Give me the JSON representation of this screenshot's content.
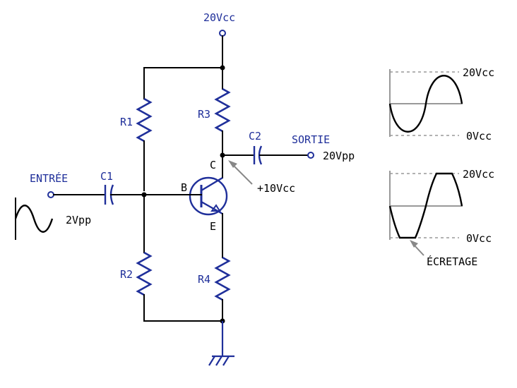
{
  "labels": {
    "vcc": "20Vcc",
    "r1": "R1",
    "r2": "R2",
    "r3": "R3",
    "r4": "R4",
    "c1": "C1",
    "c2": "C2",
    "base": "B",
    "collector": "C",
    "emitter": "E",
    "input": "ENTRÉE",
    "input_amp": "2Vpp",
    "output": "SORTIE",
    "output_amp": "20Vpp",
    "collector_bias": "+10Vcc",
    "top_wave_max": "20Vcc",
    "top_wave_min": "0Vcc",
    "bottom_wave_max": "20Vcc",
    "bottom_wave_min": "0Vcc",
    "clipping": "ÉCRETAGE"
  },
  "colors": {
    "component": "#1f2f9a",
    "wire": "#000000",
    "reference": "#999999"
  }
}
